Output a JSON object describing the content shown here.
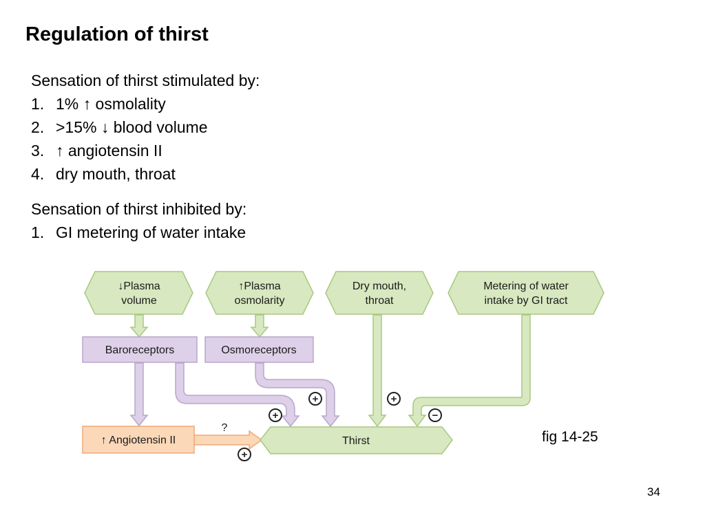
{
  "slide": {
    "title": "Regulation of thirst",
    "page_number": "34",
    "fig_label": "fig 14-25"
  },
  "stimulated": {
    "heading": "Sensation of thirst stimulated by:",
    "items": [
      {
        "num": "1.",
        "pre": "1% ",
        "arrow": "↑",
        "post": " osmolality"
      },
      {
        "num": "2.",
        "pre": ">15% ",
        "arrow": "↓",
        "post": " blood volume"
      },
      {
        "num": "3.",
        "pre": "",
        "arrow": "↑",
        "post": " angiotensin II"
      },
      {
        "num": "4.",
        "pre": "",
        "arrow": "",
        "post": "dry mouth, throat"
      }
    ]
  },
  "inhibited": {
    "heading": "Sensation of thirst inhibited by:",
    "items": [
      {
        "num": "1.",
        "text": "GI metering of water intake"
      }
    ]
  },
  "diagram": {
    "stimuli": {
      "plasma_volume": [
        "↓Plasma",
        "volume"
      ],
      "plasma_osmolarity": [
        "↑Plasma",
        "osmolarity"
      ],
      "dry_mouth": [
        "Dry mouth,",
        "throat"
      ],
      "metering": [
        "Metering of water",
        "intake by GI tract"
      ]
    },
    "receptors": {
      "baroreceptors": "Baroreceptors",
      "osmoreceptors": "Osmoreceptors"
    },
    "angiotensin": "↑ Angiotensin II",
    "thirst": "Thirst",
    "question_mark": "?",
    "signs": {
      "plus": "+",
      "minus": "−"
    },
    "colors": {
      "stimulus_fill": "#d8e8c0",
      "stimulus_stroke": "#a8c880",
      "receptor_fill": "#ddd0e8",
      "receptor_stroke": "#b8a6cc",
      "angiotensin_fill": "#fbd8b8",
      "angiotensin_stroke": "#f0a878"
    }
  }
}
